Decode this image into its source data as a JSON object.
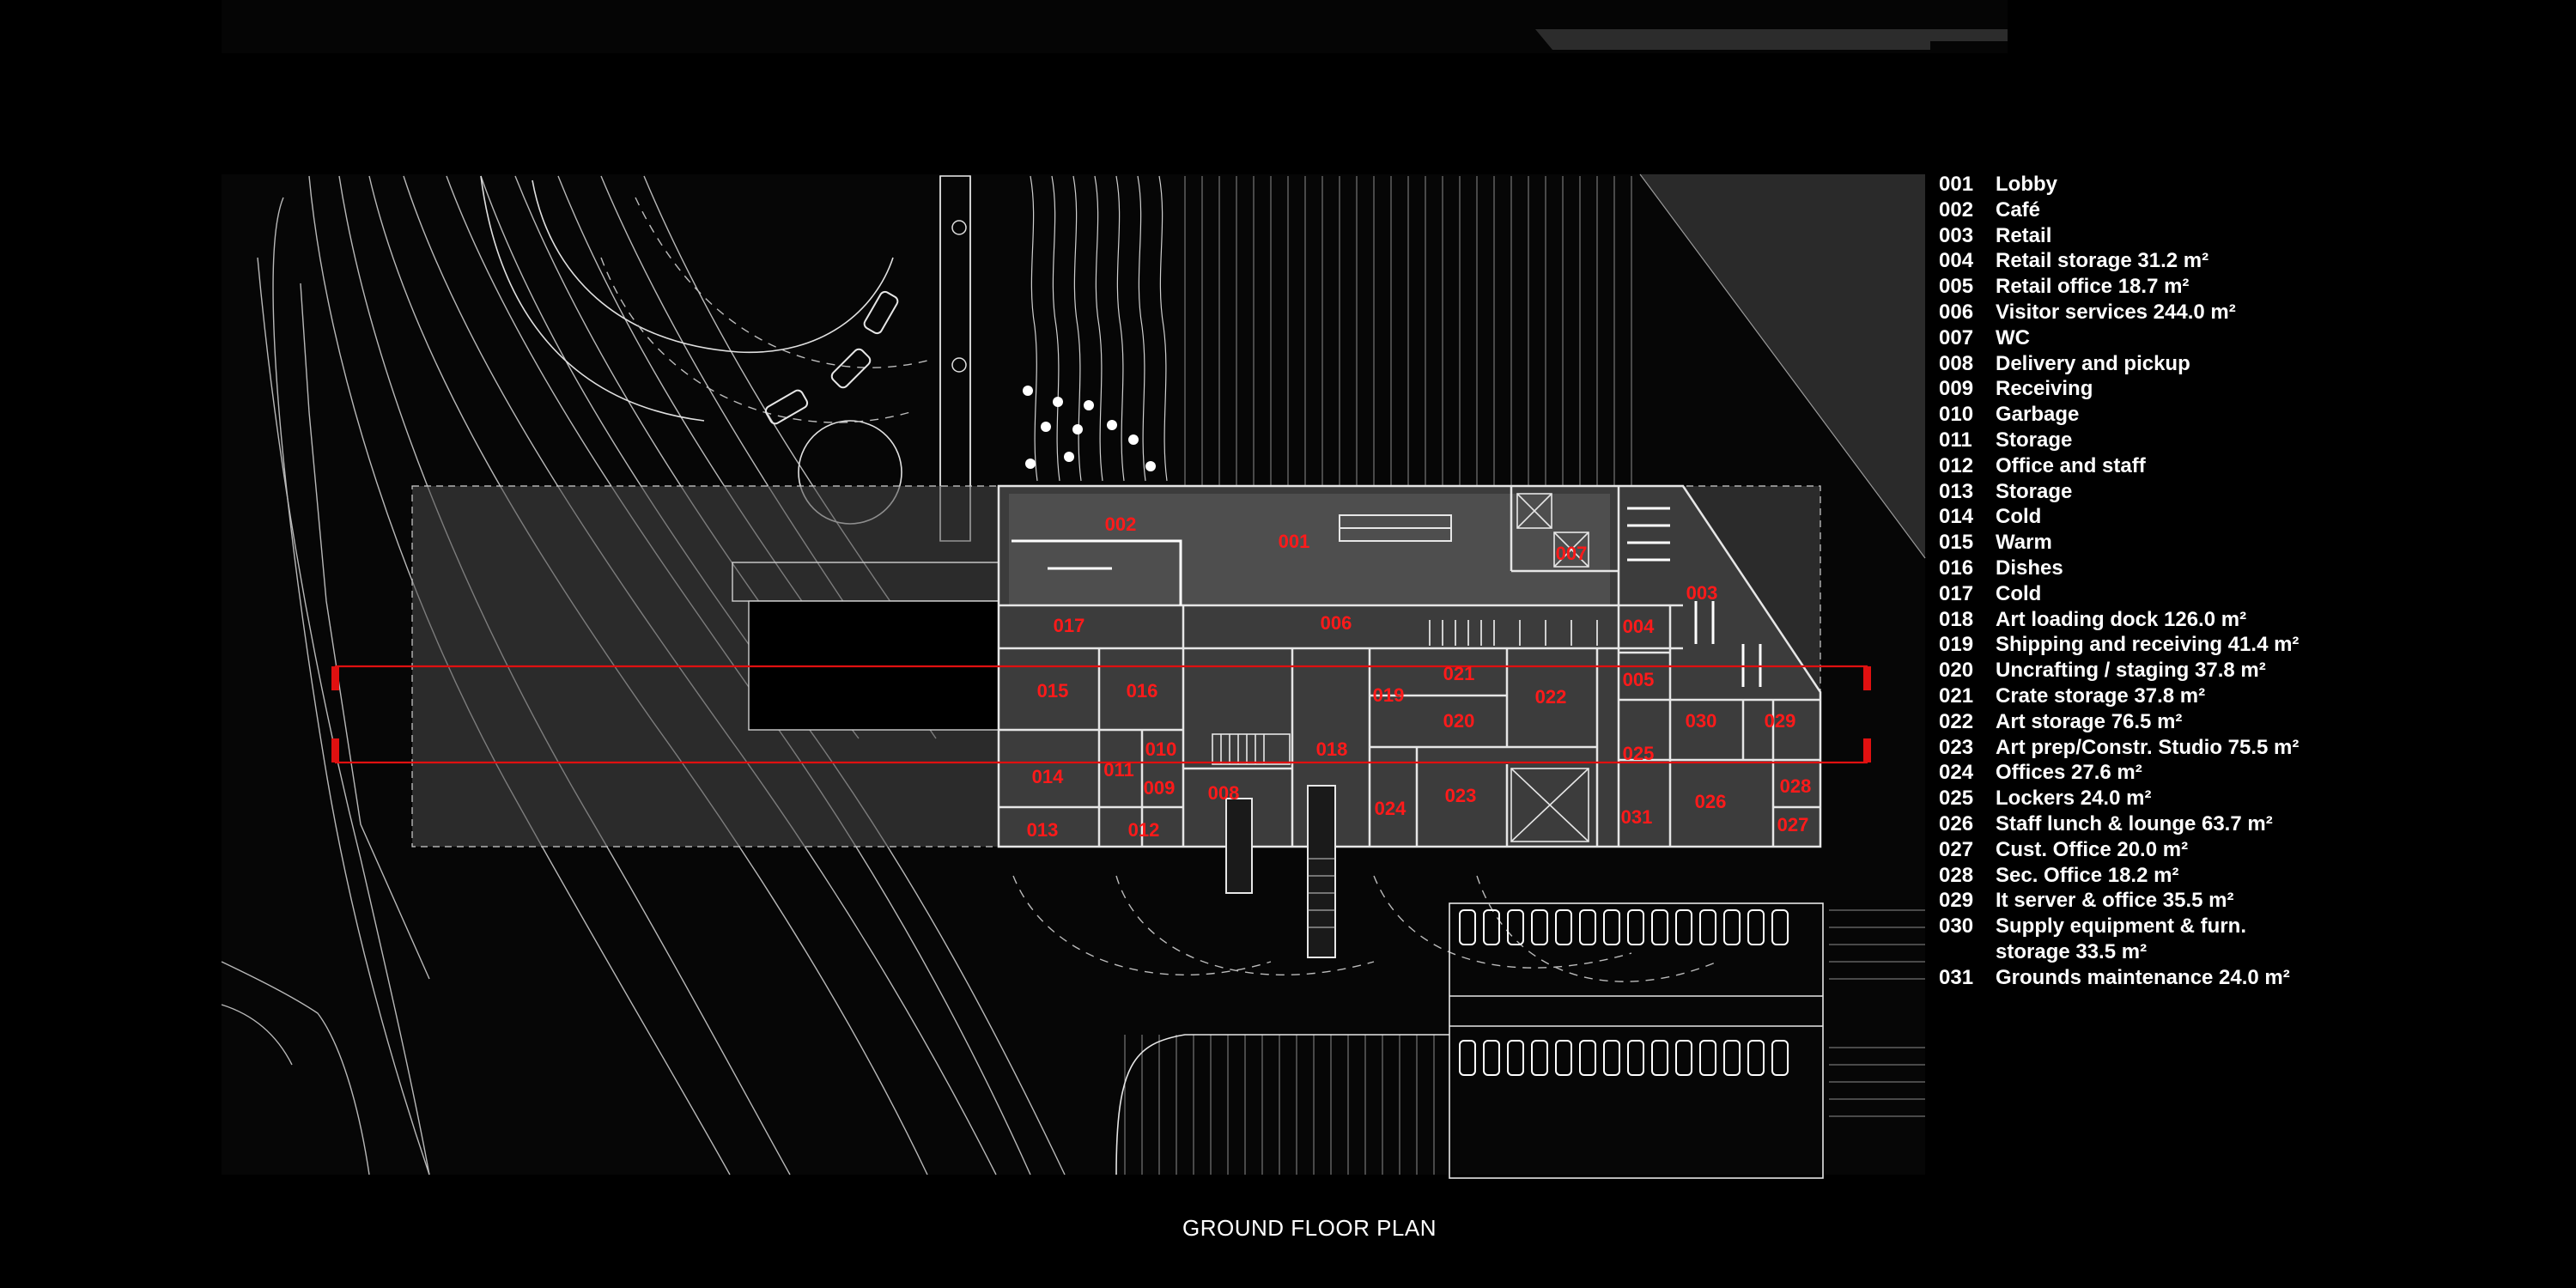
{
  "title": "GROUND FLOOR PLAN",
  "colors": {
    "background": "#000000",
    "plan_area": "#060606",
    "site_lines": "#d8d8d8",
    "building_fill": "#3c3c3c",
    "room_fill": "#4a4a4a",
    "accent_red": "#e01010",
    "room_label": "#ff1a1a"
  },
  "rooms_plan_labels": [
    "001",
    "002",
    "003",
    "004",
    "005",
    "006",
    "007",
    "008",
    "009",
    "010",
    "011",
    "012",
    "013",
    "014",
    "015",
    "016",
    "017",
    "018",
    "019",
    "020",
    "021",
    "022",
    "023",
    "024",
    "025",
    "026",
    "027",
    "028",
    "029",
    "030",
    "031"
  ],
  "legend": [
    {
      "code": "001",
      "label": "Lobby"
    },
    {
      "code": "002",
      "label": "Café"
    },
    {
      "code": "003",
      "label": "Retail"
    },
    {
      "code": "004",
      "label": "Retail storage 31.2 m²"
    },
    {
      "code": "005",
      "label": "Retail office 18.7 m²"
    },
    {
      "code": "006",
      "label": "Visitor services 244.0 m²"
    },
    {
      "code": "007",
      "label": "WC"
    },
    {
      "code": "008",
      "label": "Delivery and pickup"
    },
    {
      "code": "009",
      "label": "Receiving"
    },
    {
      "code": "010",
      "label": "Garbage"
    },
    {
      "code": "011",
      "label": "Storage"
    },
    {
      "code": "012",
      "label": "Office and staff"
    },
    {
      "code": "013",
      "label": "Storage"
    },
    {
      "code": "014",
      "label": "Cold"
    },
    {
      "code": "015",
      "label": "Warm"
    },
    {
      "code": "016",
      "label": "Dishes"
    },
    {
      "code": "017",
      "label": "Cold"
    },
    {
      "code": "018",
      "label": "Art loading dock 126.0 m²"
    },
    {
      "code": "019",
      "label": "Shipping and receiving 41.4 m²"
    },
    {
      "code": "020",
      "label": "Uncrafting / staging 37.8 m²"
    },
    {
      "code": "021",
      "label": "Crate storage 37.8 m²"
    },
    {
      "code": "022",
      "label": "Art storage 76.5 m²"
    },
    {
      "code": "023",
      "label": "Art prep/Constr. Studio 75.5 m²"
    },
    {
      "code": "024",
      "label": "Offices 27.6 m²"
    },
    {
      "code": "025",
      "label": "Lockers 24.0 m²"
    },
    {
      "code": "026",
      "label": "Staff lunch & lounge 63.7 m²"
    },
    {
      "code": "027",
      "label": "Cust. Office 20.0 m²"
    },
    {
      "code": "028",
      "label": "Sec. Office 18.2 m²"
    },
    {
      "code": "029",
      "label": "It server & office 35.5 m²"
    },
    {
      "code": "030",
      "label": "Supply equipment & furn.\nstorage 33.5 m²"
    },
    {
      "code": "031",
      "label": "Grounds maintenance 24.0 m²"
    }
  ]
}
